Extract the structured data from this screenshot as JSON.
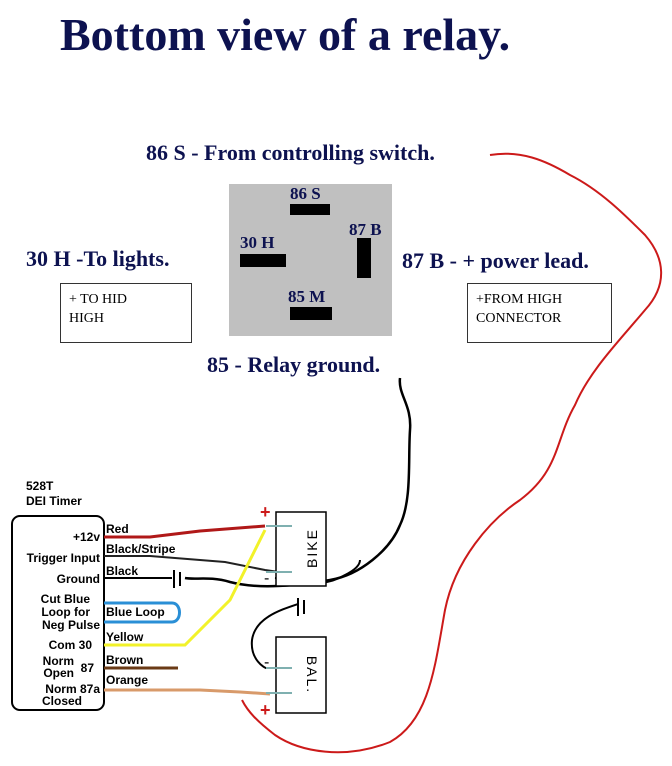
{
  "title": "Bottom view of a relay.",
  "labels": {
    "pin86": "86 S - From controlling switch.",
    "pin30": "30 H -To lights.",
    "pin87": "87 B -  + power lead.",
    "pin85": "85 - Relay ground."
  },
  "relay": {
    "pin86": "86 S",
    "pin30": "30 H",
    "pin87": "87 B",
    "pin85": "85 M"
  },
  "notes": {
    "left": [
      "+ TO HID",
      "HIGH"
    ],
    "right": [
      "+FROM HIGH",
      "CONNECTOR"
    ]
  },
  "timer": {
    "model": "528T",
    "name": "DEI Timer",
    "terminals": [
      "+12v",
      "Trigger Input",
      "Ground",
      "Cut Blue",
      "Loop for",
      "Neg Pulse",
      "Com  30",
      "Norm",
      "Open",
      "87",
      "Norm 87a",
      "Closed"
    ]
  },
  "wires": [
    "Red",
    "Black/Stripe",
    "Black",
    "Blue Loop",
    "Yellow",
    "Brown",
    "Orange"
  ],
  "components": {
    "bike": "BIKE",
    "bal": "BAL.",
    "plus": "+",
    "minus": "-"
  },
  "colors": {
    "title": "#0d1250",
    "relay_body": "#c0c0c0",
    "red_wire": "#cc1a1a",
    "blue_wire": "#2a8fd6",
    "yellow_wire": "#f2f22a",
    "brown_wire": "#6a3a16",
    "orange_wire": "#d89a6a"
  }
}
